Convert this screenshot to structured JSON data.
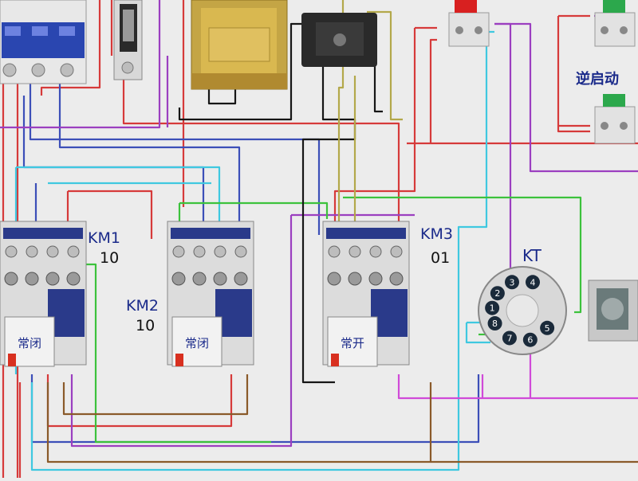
{
  "contactors": [
    {
      "id": "KM1",
      "label": "KM1",
      "code": "10",
      "aux_label": "常闭"
    },
    {
      "id": "KM2",
      "label": "KM2",
      "code": "10",
      "aux_label": "常闭"
    },
    {
      "id": "KM3",
      "label": "KM3",
      "code": "01",
      "aux_label": "常开"
    }
  ],
  "timer": {
    "label": "KT",
    "pins": [
      "1",
      "2",
      "3",
      "4",
      "5",
      "6",
      "7",
      "8"
    ]
  },
  "buttons": {
    "reverse_start_label": "逆启动"
  },
  "colors": {
    "red": "#d63a3a",
    "blue": "#3c4fb8",
    "purple": "#9b3fc0",
    "cyan": "#3fc8e0",
    "green": "#3cc23c",
    "black": "#161616",
    "olive": "#b3a84a",
    "magenta": "#d04ad8",
    "brown": "#8a5a2a",
    "contactor_blue": "#2a3a8a",
    "aux_red": "#d83020"
  }
}
